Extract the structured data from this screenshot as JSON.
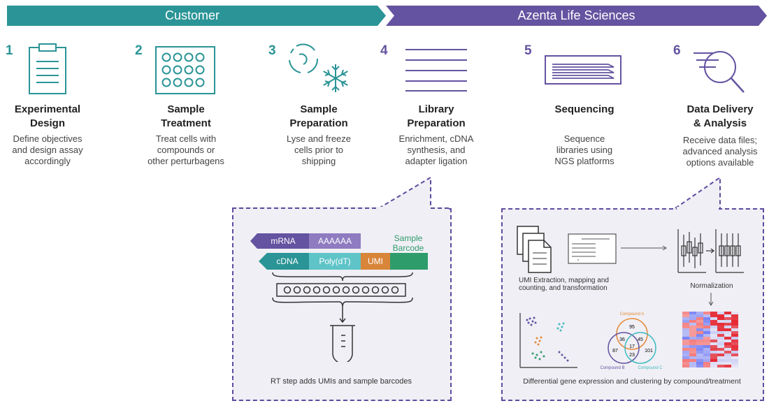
{
  "banners": {
    "customer": "Customer",
    "azenta": "Azenta Life Sciences"
  },
  "steps": [
    {
      "num": "1",
      "title": "Experimental Design",
      "title_l1": "Experimental",
      "title_l2": "Design",
      "desc": [
        "Define objectives",
        "and design assay",
        "accordingly"
      ]
    },
    {
      "num": "2",
      "title_l1": "Sample",
      "title_l2": "Treatment",
      "desc": [
        "Treat cells with",
        "compounds or",
        "other perturbagens"
      ]
    },
    {
      "num": "3",
      "title_l1": "Sample",
      "title_l2": "Preparation",
      "desc": [
        "Lyse and freeze",
        "cells prior to",
        "shipping"
      ]
    },
    {
      "num": "4",
      "title_l1": "Library",
      "title_l2": "Preparation",
      "desc": [
        "Enrichment, cDNA",
        "synthesis, and",
        "adapter ligation"
      ]
    },
    {
      "num": "5",
      "title_l1": "Sequencing",
      "title_l2": "",
      "desc": [
        "Sequence",
        "libraries using",
        "NGS platforms"
      ]
    },
    {
      "num": "6",
      "title_l1": "Data Delivery",
      "title_l2": "& Analysis",
      "desc": [
        "Receive data files;",
        "advanced analysis",
        "options available"
      ]
    }
  ],
  "library_panel": {
    "mrna": "mRNA",
    "polyA": "AAAAAA",
    "cdna": "cDNA",
    "polydt": "Poly(dT)",
    "umi": "UMI",
    "barcode_l1": "Sample",
    "barcode_l2": "Barcode",
    "caption": "RT step adds UMIs and sample barcodes"
  },
  "analysis_panel": {
    "umi_l1": "UMI Extraction, mapping and",
    "umi_l2": "counting, and transformation",
    "normalization": "Normalization",
    "venn": {
      "a": "Compound A",
      "b": "Compound B",
      "c": "Compound C",
      "v95": "95",
      "v36": "36",
      "v45": "45",
      "v17": "17",
      "v87": "87",
      "v101": "101",
      "v23": "23"
    },
    "caption": "Differential gene expression and clustering by compound/treatment"
  },
  "colors": {
    "teal": "#2a9496",
    "purple": "#6453a0"
  }
}
